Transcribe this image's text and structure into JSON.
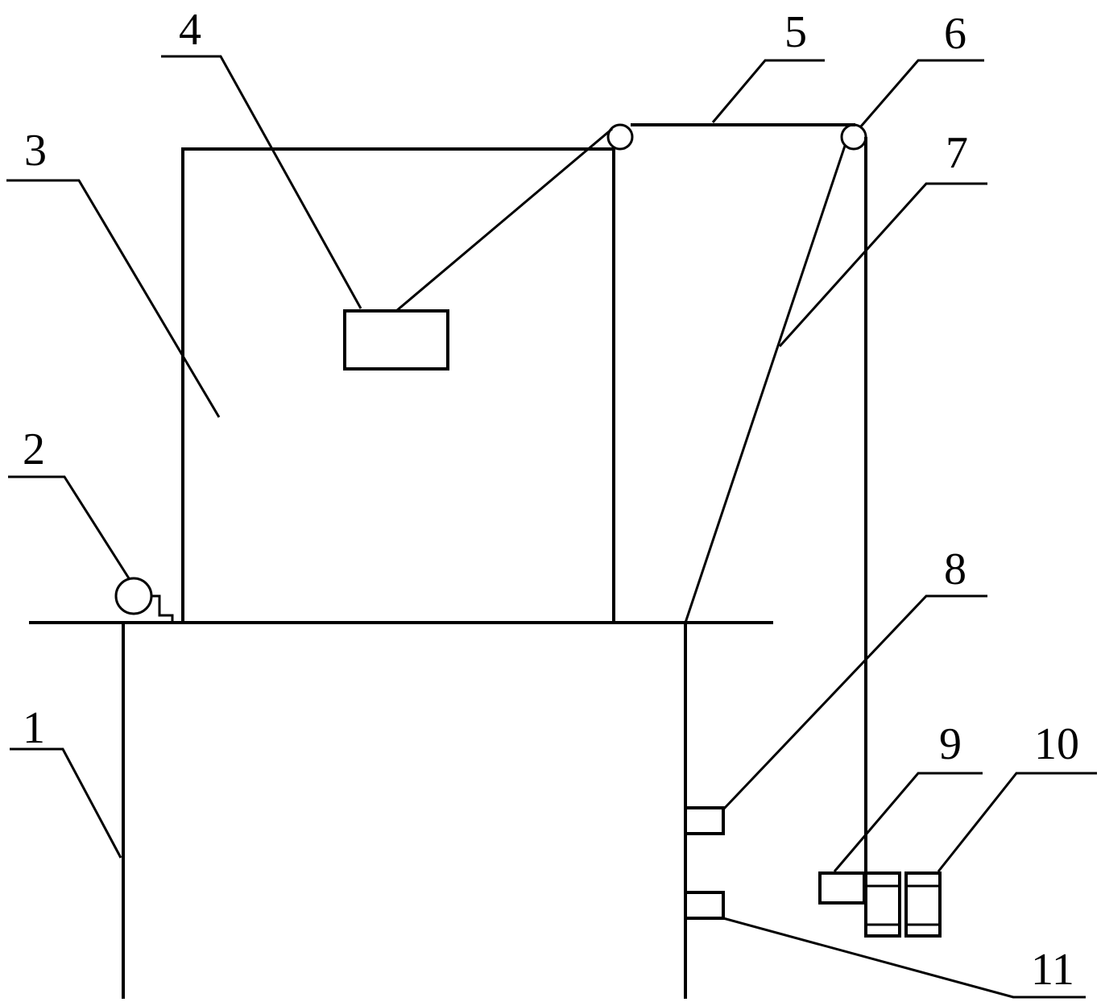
{
  "labels": {
    "l1": "1",
    "l2": "2",
    "l3": "3",
    "l4": "4",
    "l5": "5",
    "l6": "6",
    "l7": "7",
    "l8": "8",
    "l9": "9",
    "l10": "10",
    "l11": "11"
  },
  "colors": {
    "line": "#000000",
    "background": "#ffffff"
  }
}
